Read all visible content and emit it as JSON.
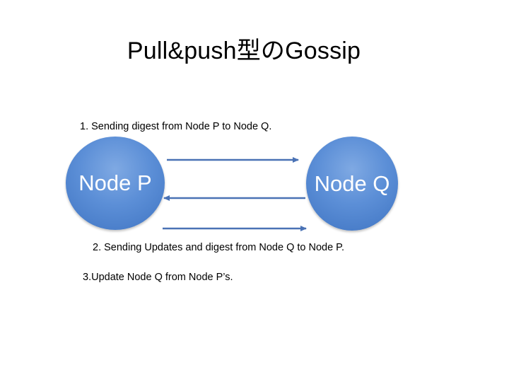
{
  "title": "Pull&push型のGossip",
  "steps": {
    "step1": "1. Sending digest from Node P to Node Q.",
    "step2": "2. Sending Updates and digest from Node Q to Node P.",
    "step3": "3.Update Node Q from Node P’s."
  },
  "nodes": {
    "p": "Node P",
    "q": "Node Q"
  },
  "colors": {
    "node_fill": "#5c8fd7",
    "arrow": "#4a72b5"
  }
}
